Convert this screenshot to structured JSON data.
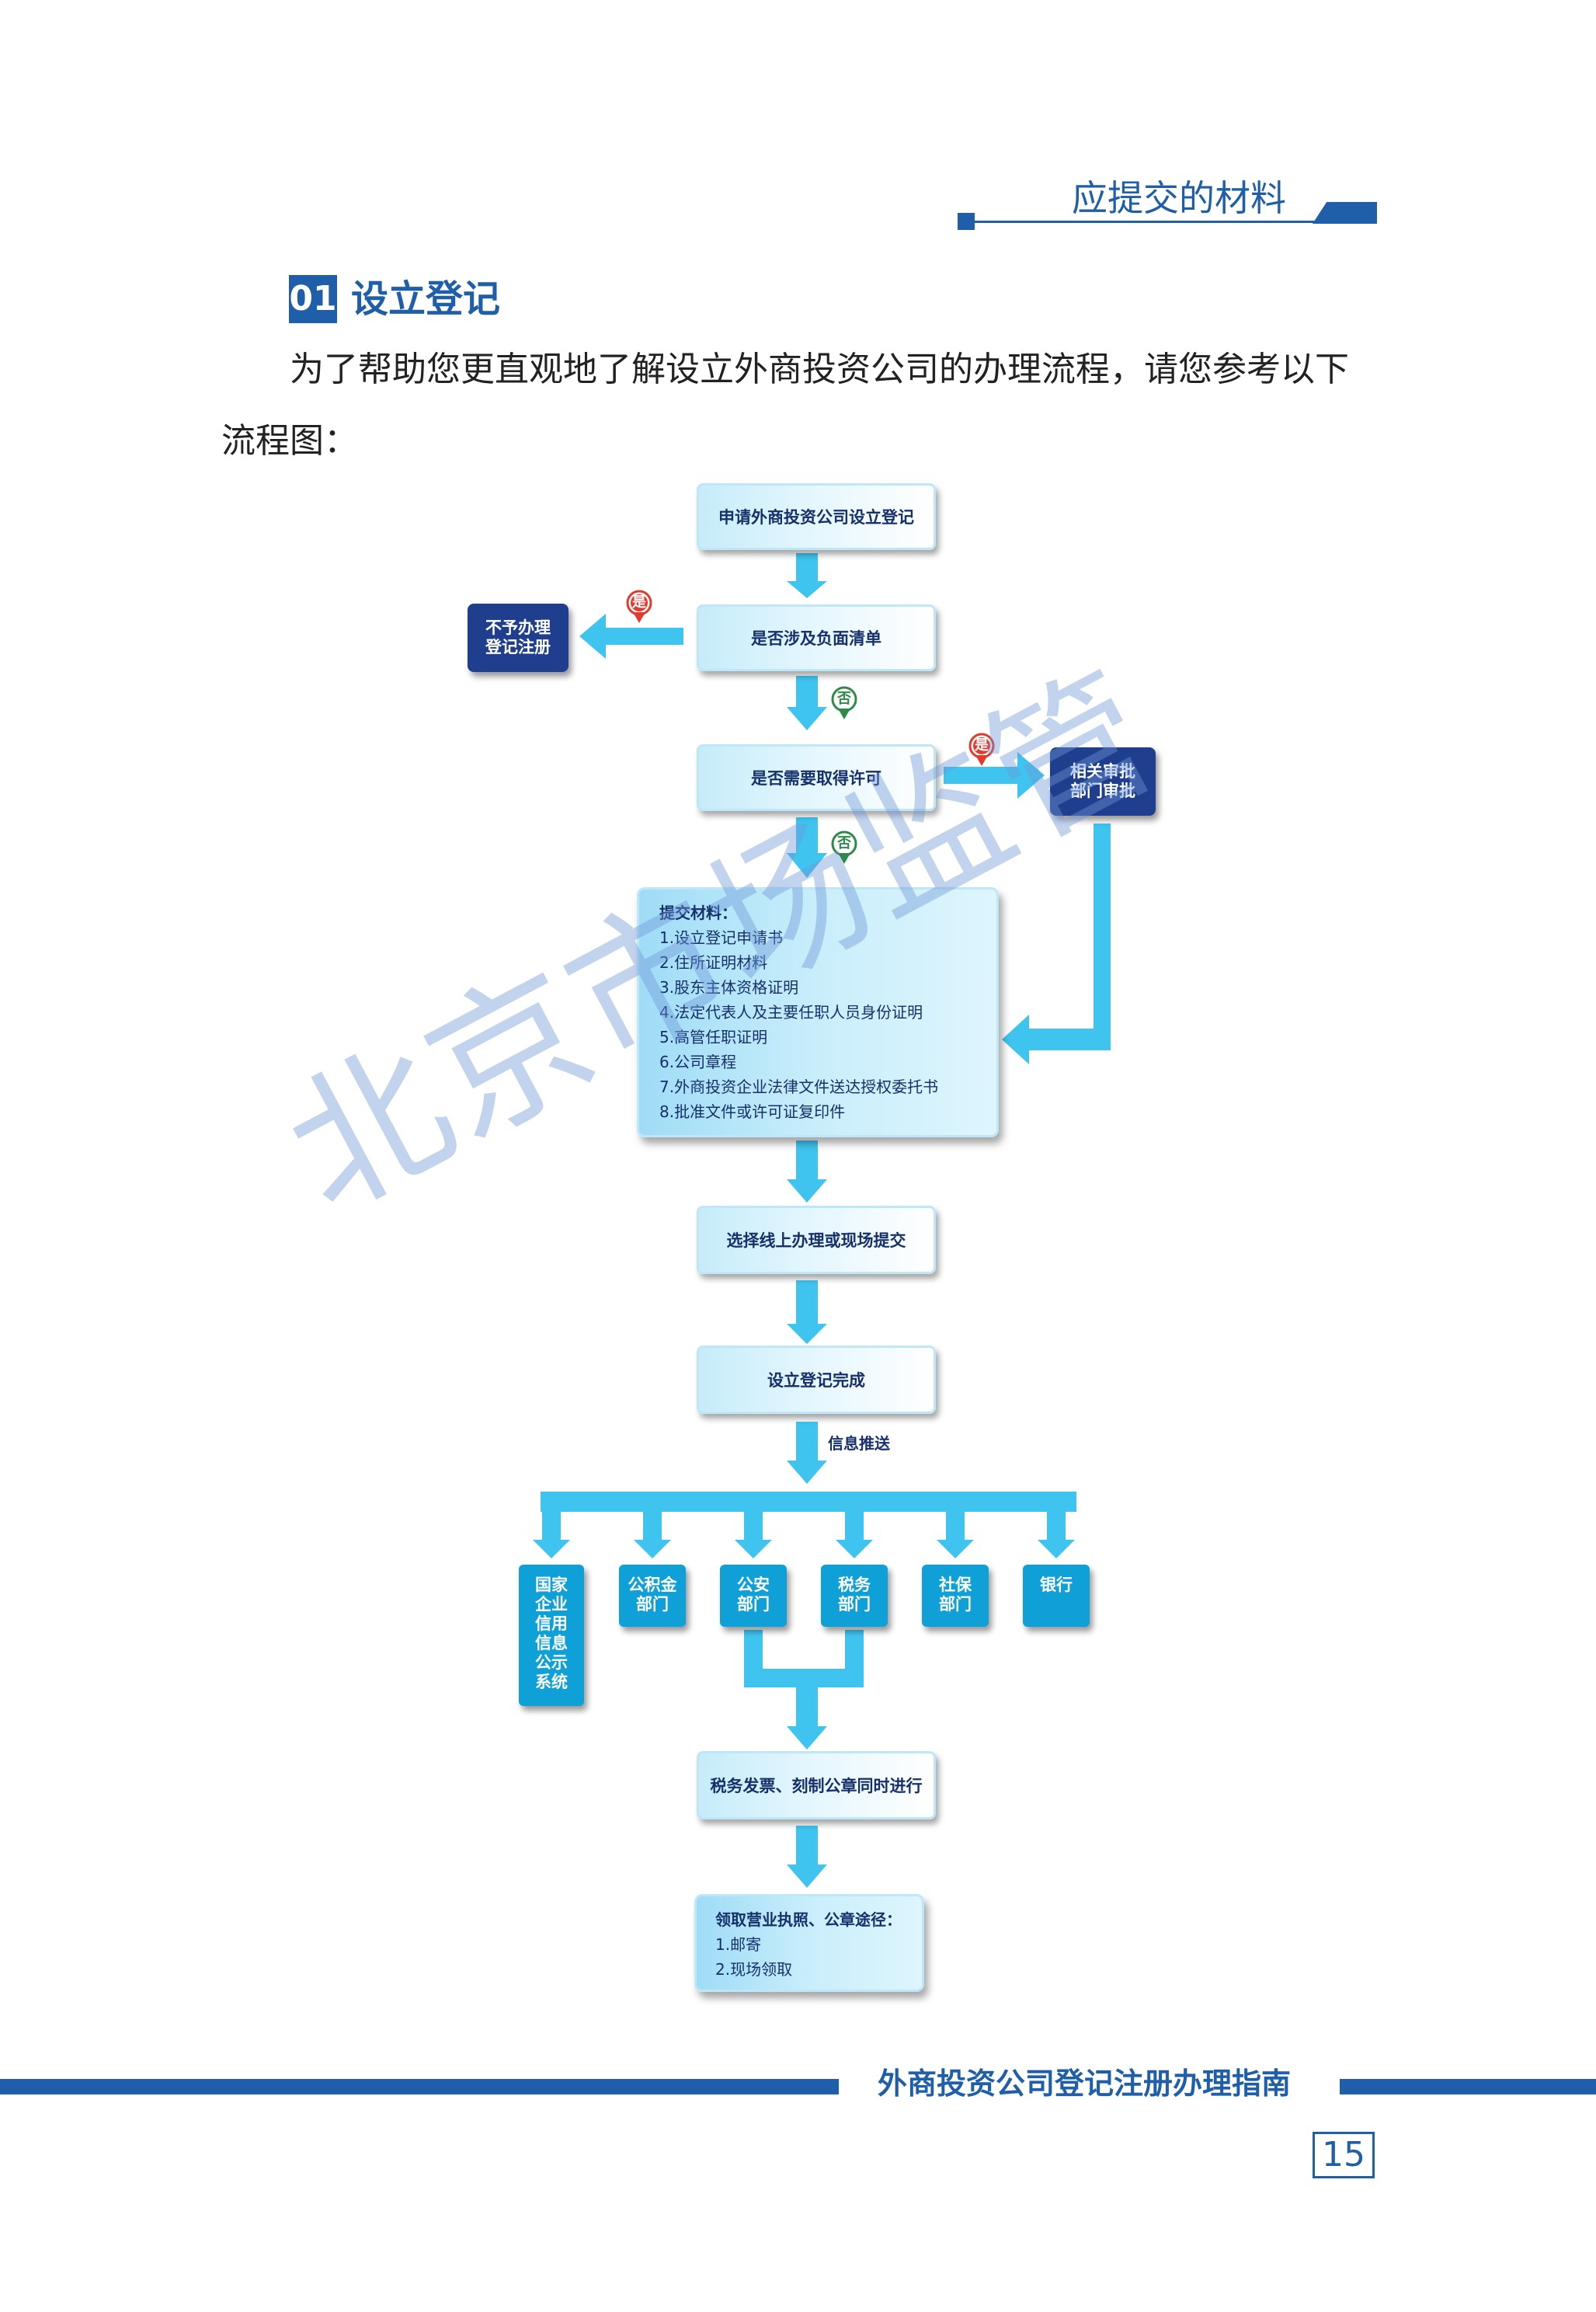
{
  "header": {
    "section_title": "应提交的材料"
  },
  "section": {
    "number": "01",
    "title": "设立登记"
  },
  "intro": "为了帮助您更直观地了解设立外商投资公司的办理流程，请您参考以下流程图：",
  "watermark": "北京市场监管",
  "flow": {
    "step1": "申请外商投资公司设立登记",
    "step2": "是否涉及负面清单",
    "reject": [
      "不予办理",
      "登记注册"
    ],
    "yes": "是",
    "no": "否",
    "step3": "是否需要取得许可",
    "approve": [
      "相关审批",
      "部门审批"
    ],
    "materials_title": "提交材料：",
    "materials": [
      "1.设立登记申请书",
      "2.住所证明材料",
      "3.股东主体资格证明",
      "4.法定代表人及主要任职人员身份证明",
      "5.高管任职证明",
      "6.公司章程",
      "7.外商投资企业法律文件送达授权委托书",
      "8.批准文件或许可证复印件"
    ],
    "step5": "选择线上办理或现场提交",
    "step6": "设立登记完成",
    "push_label": "信息推送",
    "departments": [
      [
        "国家",
        "企业",
        "信用",
        "信息",
        "公示",
        "系统"
      ],
      [
        "公积金",
        "部门"
      ],
      [
        "公安",
        "部门"
      ],
      [
        "税务",
        "部门"
      ],
      [
        "社保",
        "部门"
      ],
      [
        "银行"
      ]
    ],
    "step7": "税务发票、刻制公章同时进行",
    "final_title": "领取营业执照、公章途径：",
    "final_items": [
      "1.邮寄",
      "2.现场领取"
    ]
  },
  "footer": {
    "title": "外商投资公司登记注册办理指南",
    "page": "15"
  },
  "colors": {
    "brand": "#1f5ea8",
    "arrow": "#3fc4ef",
    "dark_box": "#1f3f8e",
    "dept_box": "#0fa0d8",
    "yes_badge": "#e23b2e",
    "no_badge": "#2f8a4a"
  }
}
